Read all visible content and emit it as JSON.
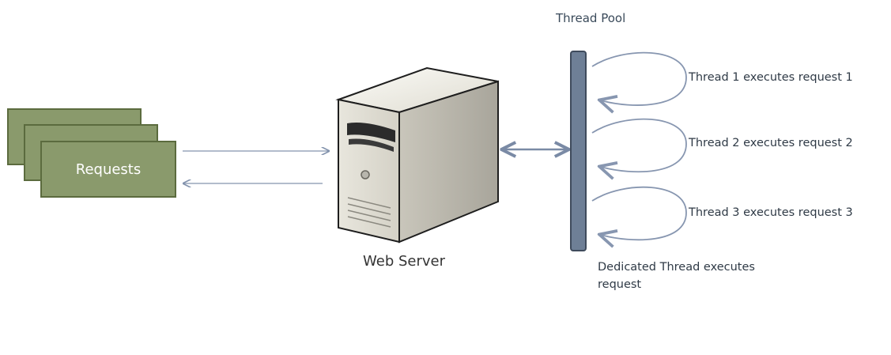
{
  "requests": {
    "label": "Requests"
  },
  "server": {
    "label": "Web Server"
  },
  "thread_pool": {
    "title": "Thread Pool"
  },
  "threads": [
    {
      "label": "Thread 1 executes request 1"
    },
    {
      "label": "Thread 2 executes request 2"
    },
    {
      "label": "Thread 3 executes request 3"
    }
  ],
  "dedicated": {
    "label": "Dedicated Thread executes request"
  },
  "colors": {
    "request_fill": "#8a9a6c",
    "request_stroke": "#5b6b3e",
    "pool_bar": "#6e7f96",
    "arrow": "#8393ad",
    "loop_stroke": "#8796b0"
  }
}
